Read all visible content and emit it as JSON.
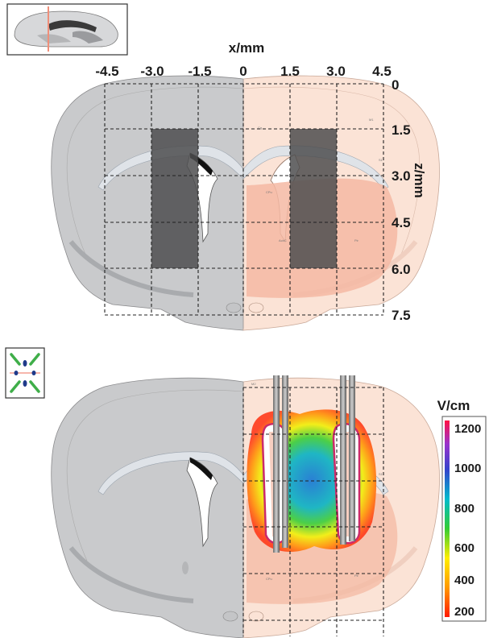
{
  "top_panel": {
    "x_axis_title": "x/mm",
    "x_ticks": [
      "-4.5",
      "-3.0",
      "-1.5",
      "0",
      "1.5",
      "3.0",
      "4.5"
    ],
    "z_axis_title": "z/mm",
    "z_ticks": [
      "0",
      "1.5",
      "3.0",
      "4.5",
      "6.0",
      "7.5"
    ]
  },
  "bottom_panel": {
    "colorbar": {
      "title": "V/cm",
      "ticks": [
        "1200",
        "1000",
        "800",
        "600",
        "400",
        "200"
      ]
    }
  },
  "colors": {
    "left_hemisphere": "#c9cacc",
    "right_hemisphere": "#fbe3d6",
    "electrode_region": "#4d4d4f",
    "grid": "#222222"
  }
}
